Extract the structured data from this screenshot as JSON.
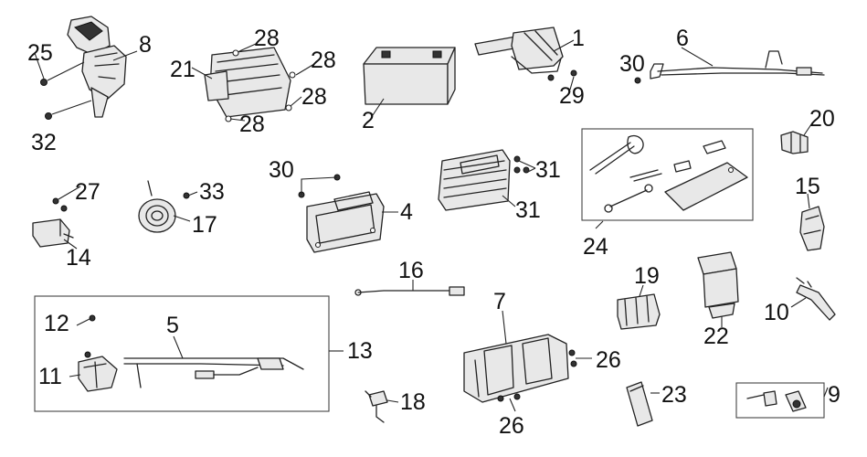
{
  "callouts": {
    "c1": "1",
    "c2": "2",
    "c4": "4",
    "c5": "5",
    "c6": "6",
    "c7": "7",
    "c8": "8",
    "c9": "9",
    "c10": "10",
    "c11": "11",
    "c12": "12",
    "c13": "13",
    "c14": "14",
    "c15": "15",
    "c16": "16",
    "c17": "17",
    "c18": "18",
    "c19": "19",
    "c20": "20",
    "c21": "21",
    "c22": "22",
    "c23": "23",
    "c24": "24",
    "c25": "25",
    "c26a": "26",
    "c26b": "26",
    "c27": "27",
    "c28a": "28",
    "c28b": "28",
    "c28c": "28",
    "c28d": "28",
    "c29": "29",
    "c30a": "30",
    "c30b": "30",
    "c31a": "31",
    "c31b": "31",
    "c32": "32",
    "c33": "33"
  },
  "colors": {
    "line": "#222222",
    "fill": "#e8e8e8",
    "background": "#ffffff"
  }
}
